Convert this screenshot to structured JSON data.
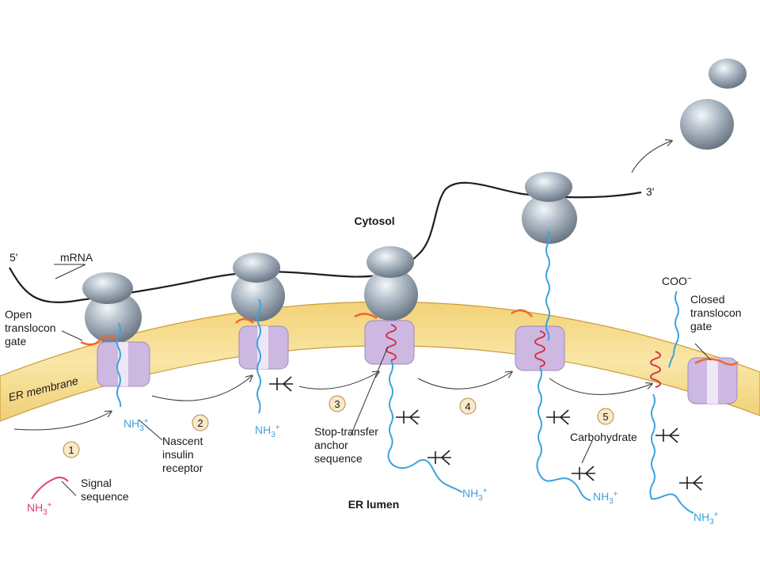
{
  "labels": {
    "five_prime": "5'",
    "three_prime": "3'",
    "mrna": "mRNA",
    "cytosol": "Cytosol",
    "er_lumen": "ER lumen",
    "er_membrane": "ER membrane",
    "open_gate": [
      "Open",
      "translocon",
      "gate"
    ],
    "closed_gate": [
      "Closed",
      "translocon",
      "gate"
    ],
    "nascent": [
      "Nascent",
      "insulin",
      "receptor"
    ],
    "stop_transfer": [
      "Stop-transfer",
      "anchor",
      "sequence"
    ],
    "signal_seq": [
      "Signal",
      "sequence"
    ],
    "carbohydrate": "Carbohydrate",
    "coo": "COO",
    "coo_sup": "−",
    "nh3_base": "NH",
    "nh3_sub": "3",
    "nh3_sup": "+"
  },
  "steps": [
    "1",
    "2",
    "3",
    "4",
    "5"
  ],
  "colors": {
    "membrane": "#f6dc8c",
    "membrane_edge": "#c99c3a",
    "translocon": "#cdb8e2",
    "ribosome": "#a7b3bf",
    "mrna": "#1f1f1f",
    "chain": "#3ba3dd",
    "signal": "#e0406a",
    "stop_transfer": "#d63048",
    "signal_peptide": "#f0692a",
    "step_circle": "#f9e9c8"
  }
}
